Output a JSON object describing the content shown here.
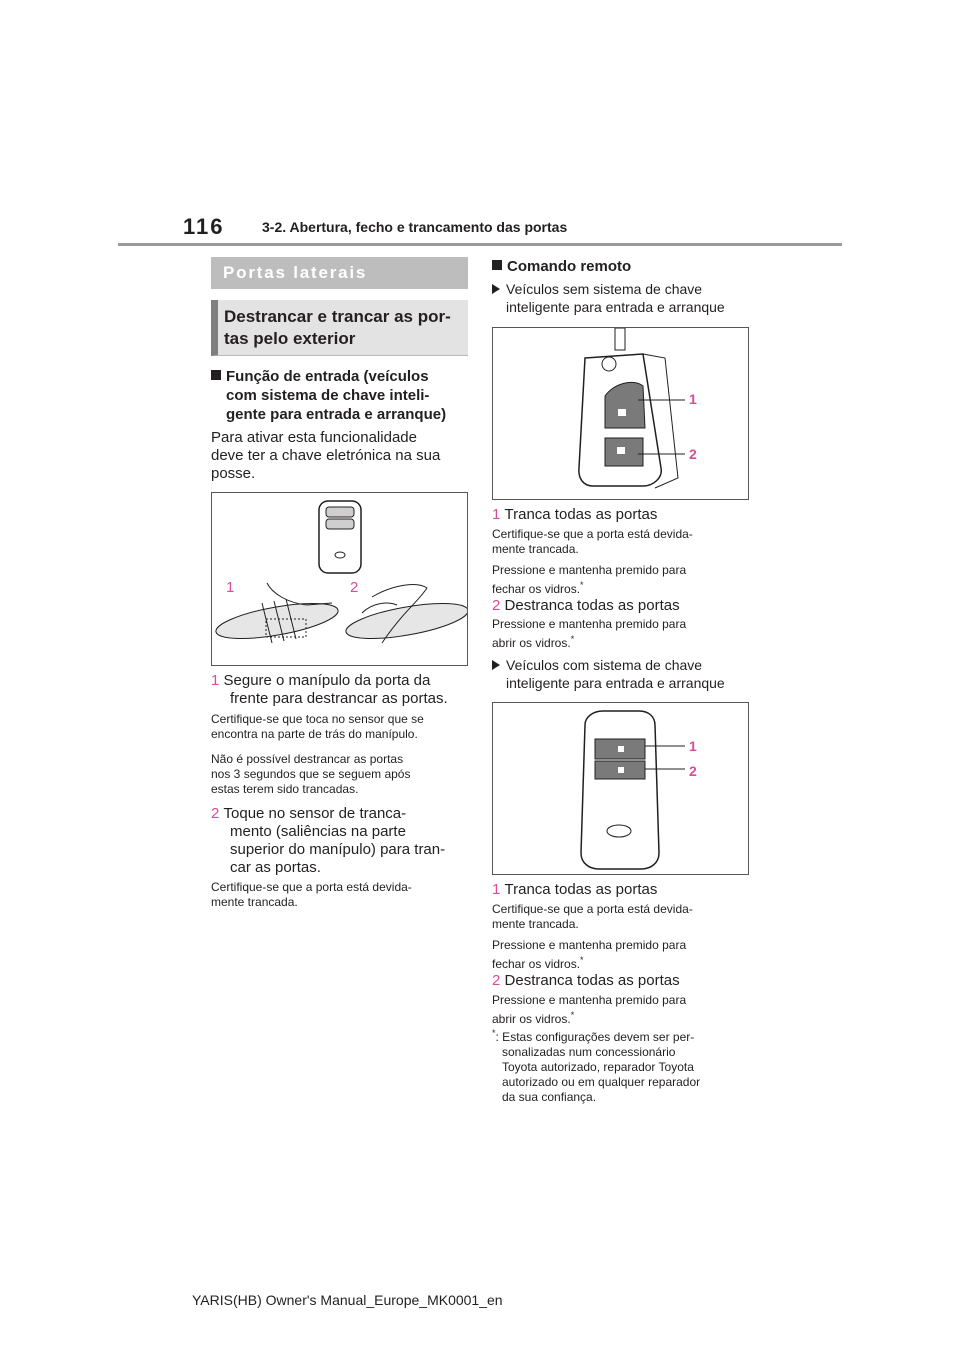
{
  "header": {
    "page_number": "116",
    "section": "3-2. Abertura, fecho e trancamento das portas"
  },
  "left": {
    "grey_heading": "Portas laterais",
    "sub_heading_line1": "Destrancar e trancar as por-",
    "sub_heading_line2": "tas pelo exterior",
    "entry_heading_line1": "Função de entrada (veículos",
    "entry_heading_line2": "com sistema de chave inteli-",
    "entry_heading_line3": "gente para entrada e arranque)",
    "intro_line1": "Para ativar esta funcionalidade",
    "intro_line2": "deve ter a chave eletrónica na sua",
    "intro_line3": "posse.",
    "fig_label_1": "1",
    "fig_label_2": "2",
    "step1_num": "1",
    "step1_line1": "Segure o manípulo da porta da",
    "step1_line2": "frente para destrancar as portas.",
    "step1_note_line1": "Certifique-se que toca no sensor que se",
    "step1_note_line2": "encontra na parte de trás do manípulo.",
    "step1_note2_line1": "Não é possível destrancar as portas",
    "step1_note2_line2": "nos 3 segundos que se seguem após",
    "step1_note2_line3": "estas terem sido trancadas.",
    "step2_num": "2",
    "step2_line1": "Toque no sensor de tranca-",
    "step2_line2": "mento (saliências na parte",
    "step2_line3": "superior do manípulo) para tran-",
    "step2_line4": "car as portas.",
    "step2_note_line1": "Certifique-se que a porta está devida-",
    "step2_note_line2": "mente trancada."
  },
  "right": {
    "heading": "Comando remoto",
    "case_a_line1": "Veículos sem sistema de chave",
    "case_a_line2": "inteligente para entrada e arranque",
    "fig_a_label_1": "1",
    "fig_a_label_2": "2",
    "a1_num": "1",
    "a1_text": "Tranca todas as portas",
    "a1_note_line1": "Certifique-se que a porta está devida-",
    "a1_note_line2": "mente trancada.",
    "a1_note2_line1": "Pressione e mantenha premido para",
    "a1_note2_line2": "fechar os vidros.",
    "a2_num": "2",
    "a2_text": "Destranca todas as portas",
    "a2_note_line1": "Pressione e mantenha premido para",
    "a2_note_line2": "abrir os vidros.",
    "case_b_line1": "Veículos com sistema de chave",
    "case_b_line2": "inteligente para entrada e arranque",
    "fig_b_label_1": "1",
    "fig_b_label_2": "2",
    "b1_num": "1",
    "b1_text": "Tranca todas as portas",
    "b1_note_line1": "Certifique-se que a porta está devida-",
    "b1_note_line2": "mente trancada.",
    "b1_note2_line1": "Pressione e mantenha premido para",
    "b1_note2_line2": "fechar os vidros.",
    "b2_num": "2",
    "b2_text": "Destranca todas as portas",
    "b2_note_line1": "Pressione e mantenha premido para",
    "b2_note_line2": "abrir os vidros.",
    "asterisk": "*",
    "footnote_line1": ": Estas configurações devem ser per-",
    "footnote_line2": "sonalizadas num concessionário",
    "footnote_line3": "Toyota autorizado, reparador Toyota",
    "footnote_line4": "autorizado ou em qualquer reparador",
    "footnote_line5": "da sua confiança."
  },
  "footer": {
    "text": "YARIS(HB) Owner's Manual_Europe_MK0001_en"
  },
  "colors": {
    "accent_pink": "#d94c9a",
    "heading_grey": "#bdbdbd"
  }
}
